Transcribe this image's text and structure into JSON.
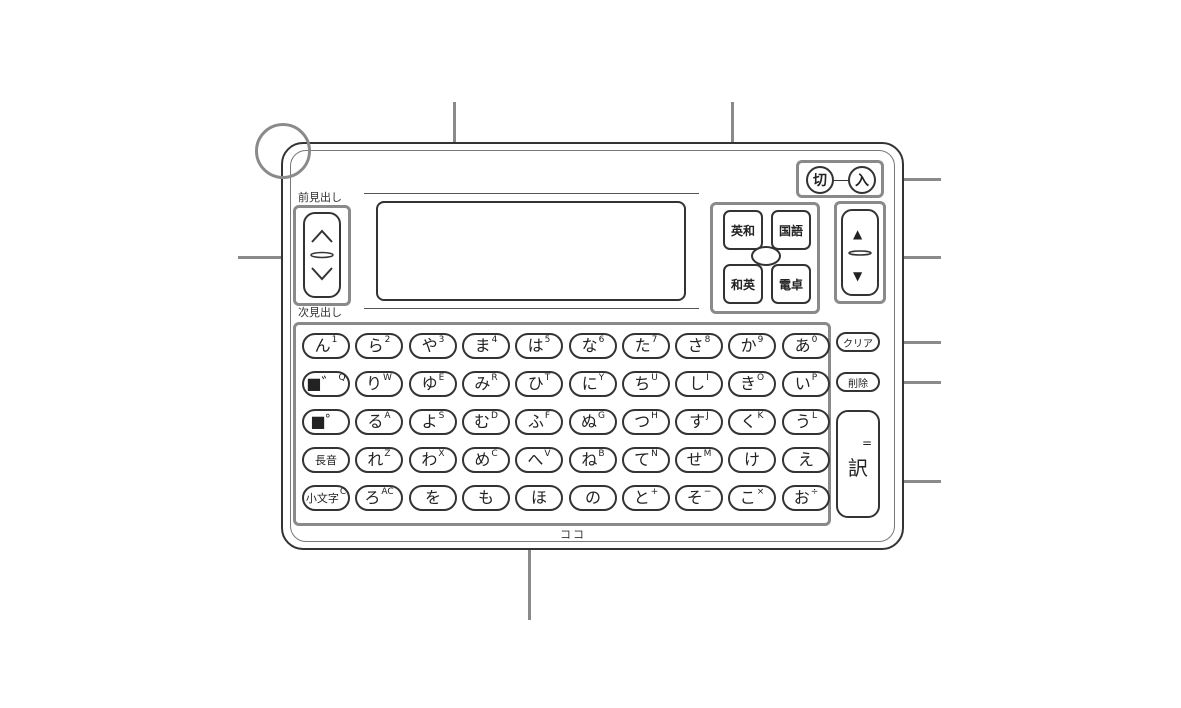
{
  "labels": {
    "prev_heading": "前見出し",
    "next_heading": "次見出し",
    "brand": "ココ"
  },
  "power": {
    "off": "切",
    "on": "入"
  },
  "modes": [
    {
      "name": "mode-eiwa",
      "label": "英和"
    },
    {
      "name": "mode-kokugo",
      "label": "国語"
    },
    {
      "name": "mode-waei",
      "label": "和英"
    },
    {
      "name": "mode-dentaku",
      "label": "電卓"
    }
  ],
  "side_keys": {
    "clear": "クリア",
    "delete": "削除",
    "translate": "訳",
    "translate_mark": "="
  },
  "scroll": {
    "up": "▲",
    "down": "▼"
  },
  "keyboard": [
    [
      {
        "m": "ん",
        "s": "1"
      },
      {
        "m": "ら",
        "s": "2"
      },
      {
        "m": "や",
        "s": "3"
      },
      {
        "m": "ま",
        "s": "4"
      },
      {
        "m": "は",
        "s": "5"
      },
      {
        "m": "な",
        "s": "6"
      },
      {
        "m": "た",
        "s": "7"
      },
      {
        "m": "さ",
        "s": "8"
      },
      {
        "m": "か",
        "s": "9"
      },
      {
        "m": "あ",
        "s": "0"
      }
    ],
    [
      {
        "m": "■゛",
        "s": "Q"
      },
      {
        "m": "り",
        "s": "W"
      },
      {
        "m": "ゆ",
        "s": "E"
      },
      {
        "m": "み",
        "s": "R"
      },
      {
        "m": "ひ",
        "s": "T"
      },
      {
        "m": "に",
        "s": "Y"
      },
      {
        "m": "ち",
        "s": "U"
      },
      {
        "m": "し",
        "s": "I"
      },
      {
        "m": "き",
        "s": "O"
      },
      {
        "m": "い",
        "s": "P"
      }
    ],
    [
      {
        "m": "■゜",
        "s": ""
      },
      {
        "m": "る",
        "s": "A"
      },
      {
        "m": "よ",
        "s": "S"
      },
      {
        "m": "む",
        "s": "D"
      },
      {
        "m": "ふ",
        "s": "F"
      },
      {
        "m": "ぬ",
        "s": "G"
      },
      {
        "m": "つ",
        "s": "H"
      },
      {
        "m": "す",
        "s": "J"
      },
      {
        "m": "く",
        "s": "K"
      },
      {
        "m": "う",
        "s": "L"
      }
    ],
    [
      {
        "m": "長音",
        "s": ""
      },
      {
        "m": "れ",
        "s": "Z"
      },
      {
        "m": "わ",
        "s": "X"
      },
      {
        "m": "め",
        "s": "C"
      },
      {
        "m": "へ",
        "s": "V"
      },
      {
        "m": "ね",
        "s": "B"
      },
      {
        "m": "て",
        "s": "N"
      },
      {
        "m": "せ",
        "s": "M"
      },
      {
        "m": "け",
        "s": ""
      },
      {
        "m": "え",
        "s": ""
      }
    ],
    [
      {
        "m": "小文字",
        "s": "C"
      },
      {
        "m": "ろ",
        "s": "AC"
      },
      {
        "m": "を",
        "s": ""
      },
      {
        "m": "も",
        "s": ""
      },
      {
        "m": "ほ",
        "s": ""
      },
      {
        "m": "の",
        "s": ""
      },
      {
        "m": "と",
        "s": "+"
      },
      {
        "m": "そ",
        "s": "−"
      },
      {
        "m": "こ",
        "s": "×"
      },
      {
        "m": "お",
        "s": "÷"
      }
    ]
  ]
}
